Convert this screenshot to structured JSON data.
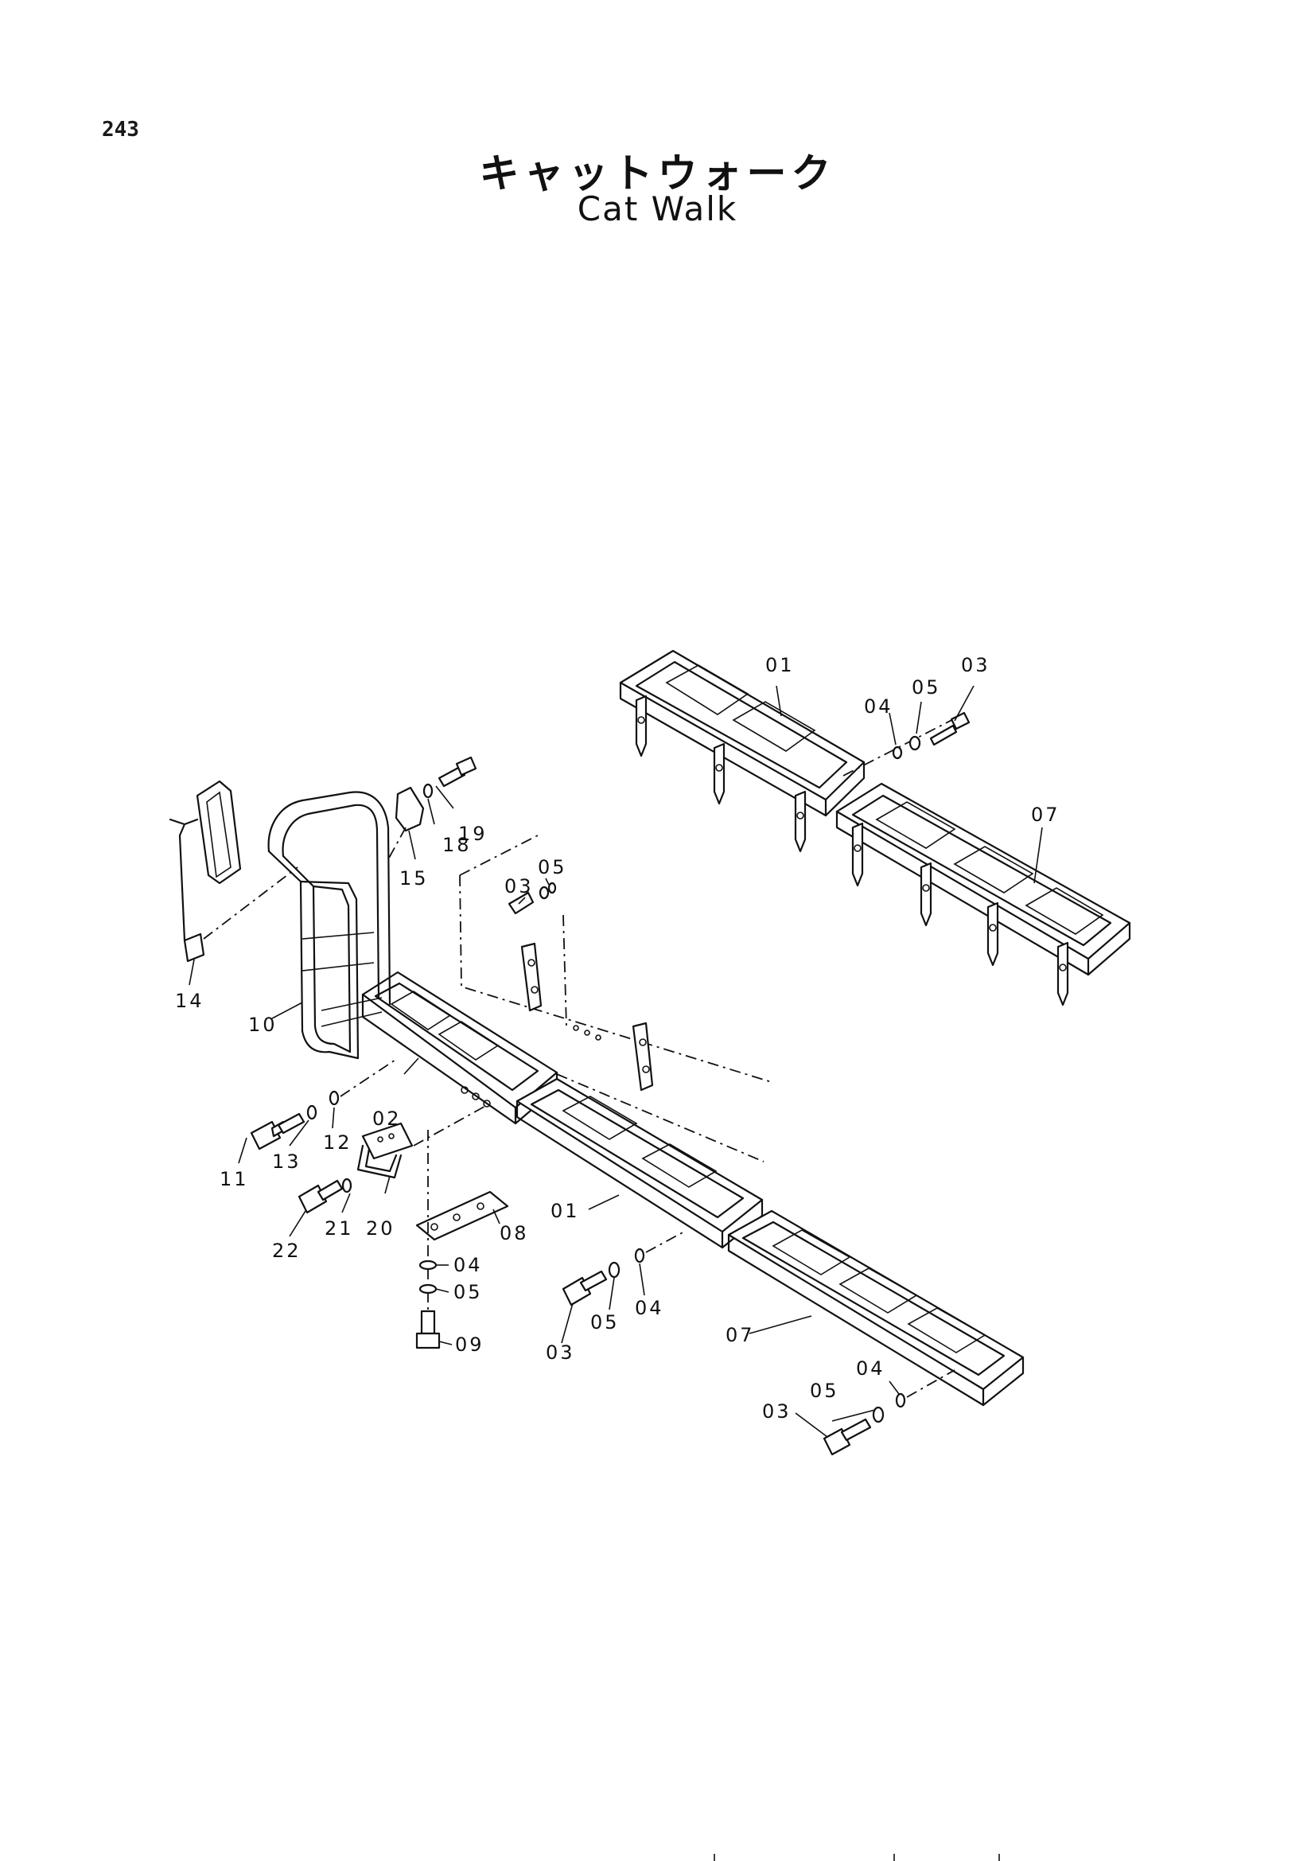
{
  "page_number": "243",
  "title_jp": "キャットウォーク",
  "title_en": "Cat Walk",
  "callouts": {
    "c01a": "01",
    "c01b": "01",
    "c02": "02",
    "c03a": "03",
    "c03b": "03",
    "c03c": "03",
    "c03d": "03",
    "c04a": "04",
    "c04b": "04",
    "c04c": "04",
    "c04d": "04",
    "c05a": "05",
    "c05b": "05",
    "c05c": "05",
    "c05d": "05",
    "c05e": "05",
    "c07a": "07",
    "c07b": "07",
    "c08": "08",
    "c09": "09",
    "c10": "10",
    "c11": "11",
    "c12": "12",
    "c13": "13",
    "c14": "14",
    "c15": "15",
    "c18": "18",
    "c19": "19",
    "c20": "20",
    "c21": "21",
    "c22": "22"
  }
}
